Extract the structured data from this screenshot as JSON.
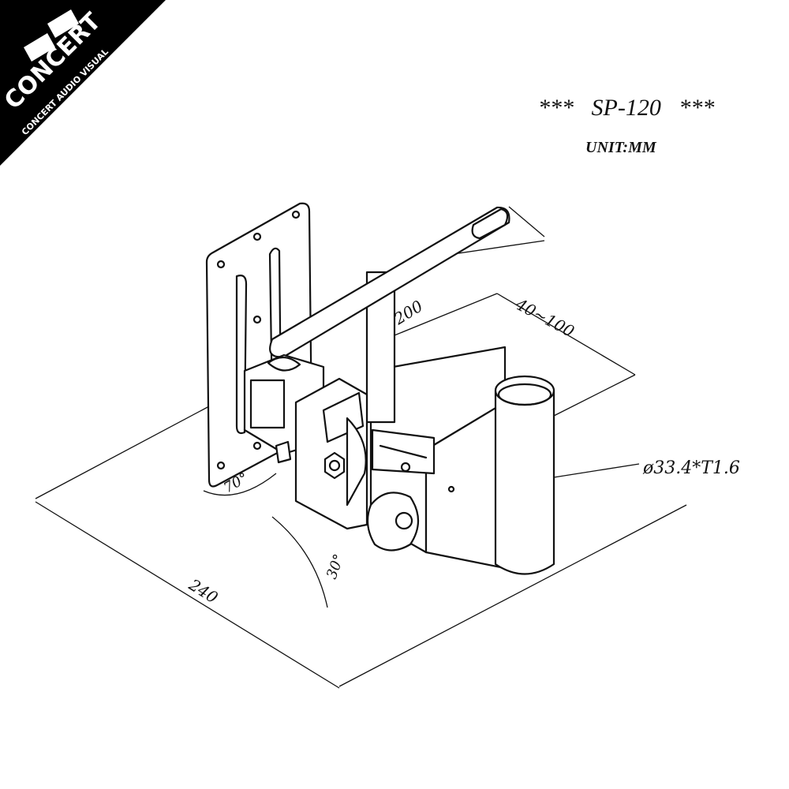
{
  "logo": {
    "brand": "CONCERT",
    "tagline": "CONCERT AUDIO VISUAL"
  },
  "header": {
    "stars_left": "***",
    "model": "SP-120",
    "stars_right": "***",
    "unit": "UNIT:MM"
  },
  "dimensions": {
    "arm_length": "200",
    "clamp_range": "40~100",
    "tube_spec": "ø33.4*T1.6",
    "depth": "240",
    "tilt_angle": "30°",
    "swivel_angle": "70°"
  }
}
